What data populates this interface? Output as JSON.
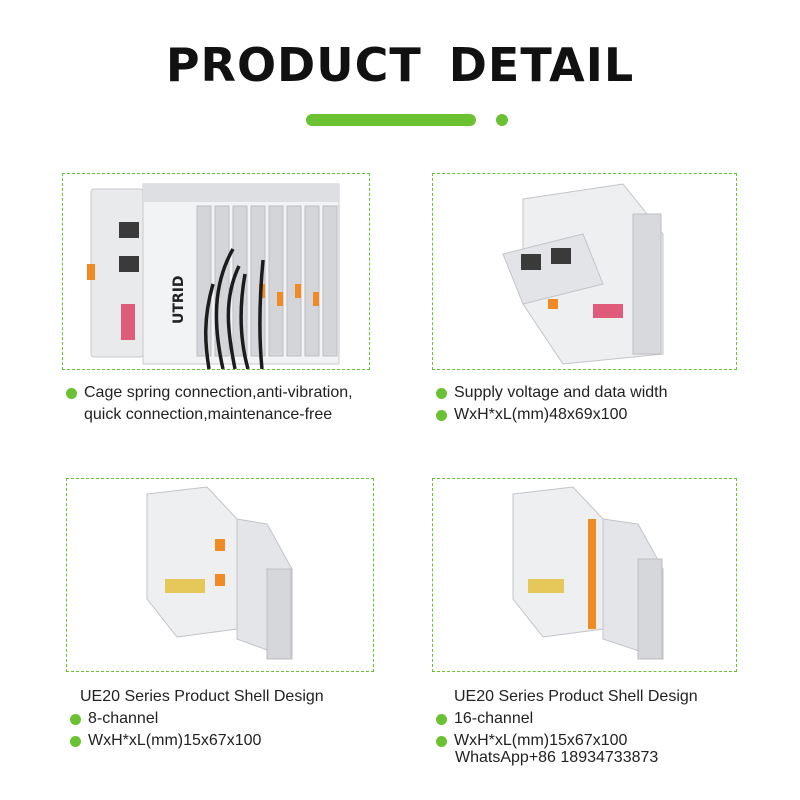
{
  "header": {
    "title": "PRODUCT  DETAIL",
    "accent": "#6ac232"
  },
  "panels": [
    {
      "image": "io-coupler-assembly",
      "brand": "UTRID",
      "lines": [
        "Cage spring connection,anti-vibration,",
        "quick connection,maintenance-free"
      ]
    },
    {
      "image": "coupler-module",
      "lines": [
        "Supply voltage and data width",
        "WxH*xL(mm)48x69x100"
      ]
    },
    {
      "image": "io-module-8ch",
      "heading": "UE20 Series Product Shell Design",
      "lines": [
        "8-channel",
        "WxH*xL(mm)15x67x100"
      ]
    },
    {
      "image": "io-module-16ch",
      "heading": "UE20 Series Product Shell Design",
      "lines": [
        "16-channel",
        "WxH*xL(mm)15x67x100"
      ]
    }
  ],
  "contact": "WhatsApp+86 18934733873"
}
